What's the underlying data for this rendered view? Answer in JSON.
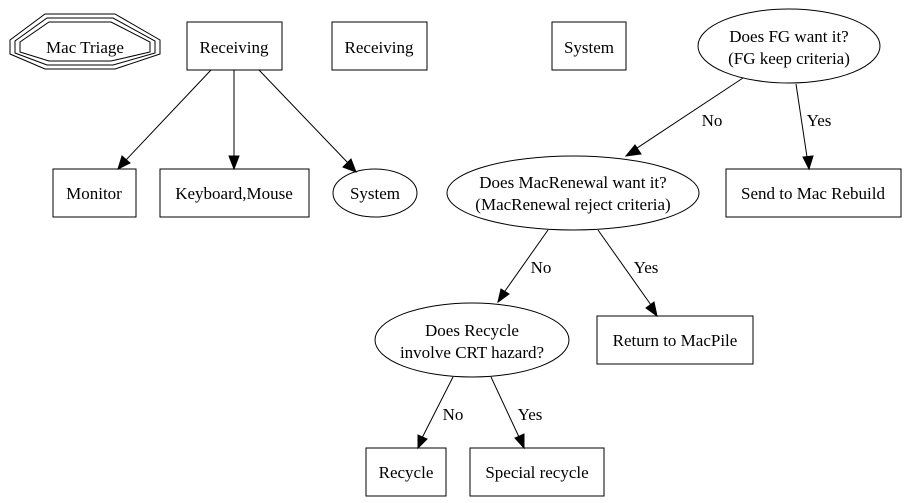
{
  "graph": {
    "nodes": {
      "mac_triage": {
        "label": "Mac Triage",
        "shape": "tripleoctagon"
      },
      "receiving_1": {
        "label": "Receiving",
        "shape": "box"
      },
      "receiving_2": {
        "label": "Receiving",
        "shape": "box"
      },
      "system_box": {
        "label": "System",
        "shape": "box"
      },
      "fg_question": {
        "lines": [
          "Does FG want it?",
          "(FG keep criteria)"
        ],
        "shape": "ellipse"
      },
      "monitor": {
        "label": "Monitor",
        "shape": "box"
      },
      "keyboard_mouse": {
        "label": "Keyboard,Mouse",
        "shape": "box"
      },
      "system_ellipse": {
        "label": "System",
        "shape": "ellipse"
      },
      "macrenewal_question": {
        "lines": [
          "Does MacRenewal want it?",
          "(MacRenewal reject criteria)"
        ],
        "shape": "ellipse"
      },
      "send_to_mac_rebuild": {
        "label": "Send to Mac Rebuild",
        "shape": "box"
      },
      "recycle_question": {
        "lines": [
          "Does Recycle",
          "involve CRT hazard?"
        ],
        "shape": "ellipse"
      },
      "return_to_macpile": {
        "label": "Return to MacPile",
        "shape": "box"
      },
      "recycle": {
        "label": "Recycle",
        "shape": "box"
      },
      "special_recycle": {
        "label": "Special recycle",
        "shape": "box"
      }
    },
    "edges": [
      {
        "from": "receiving_1",
        "to": "monitor",
        "label": ""
      },
      {
        "from": "receiving_1",
        "to": "keyboard_mouse",
        "label": ""
      },
      {
        "from": "receiving_1",
        "to": "system_ellipse",
        "label": ""
      },
      {
        "from": "fg_question",
        "to": "macrenewal_question",
        "label": "No"
      },
      {
        "from": "fg_question",
        "to": "send_to_mac_rebuild",
        "label": "Yes"
      },
      {
        "from": "macrenewal_question",
        "to": "recycle_question",
        "label": "No"
      },
      {
        "from": "macrenewal_question",
        "to": "return_to_macpile",
        "label": "Yes"
      },
      {
        "from": "recycle_question",
        "to": "recycle",
        "label": "No"
      },
      {
        "from": "recycle_question",
        "to": "special_recycle",
        "label": "Yes"
      }
    ]
  }
}
